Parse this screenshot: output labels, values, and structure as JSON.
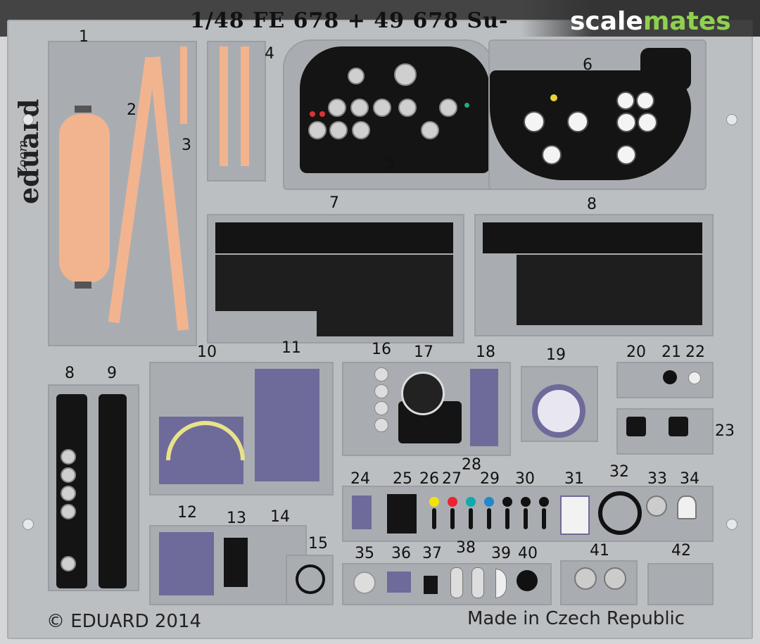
{
  "header": {
    "title": "1/48   FE 678 + 49 678   Su-",
    "watermark_left": "scale",
    "watermark_right": "mates"
  },
  "brand": {
    "name": "eduard",
    "series": "Zoom"
  },
  "footer": {
    "copyright": "© EDUARD 2014",
    "origin": "Made in Czech Republic"
  },
  "part_numbers": [
    "1",
    "2",
    "3",
    "4",
    "5",
    "6",
    "7",
    "8",
    "8",
    "9",
    "10",
    "11",
    "12",
    "13",
    "14",
    "15",
    "16",
    "17",
    "18",
    "19",
    "20",
    "21",
    "22",
    "23",
    "24",
    "25",
    "26",
    "27",
    "28",
    "29",
    "30",
    "31",
    "32",
    "33",
    "34",
    "35",
    "36",
    "37",
    "38",
    "39",
    "40",
    "41",
    "42"
  ],
  "colors": {
    "fret": "#bcbfc2",
    "belt": "#f2b48f",
    "panel_black": "#141414",
    "lavender": "#6e6a9a",
    "watermark_accent": "#8fd14f"
  }
}
